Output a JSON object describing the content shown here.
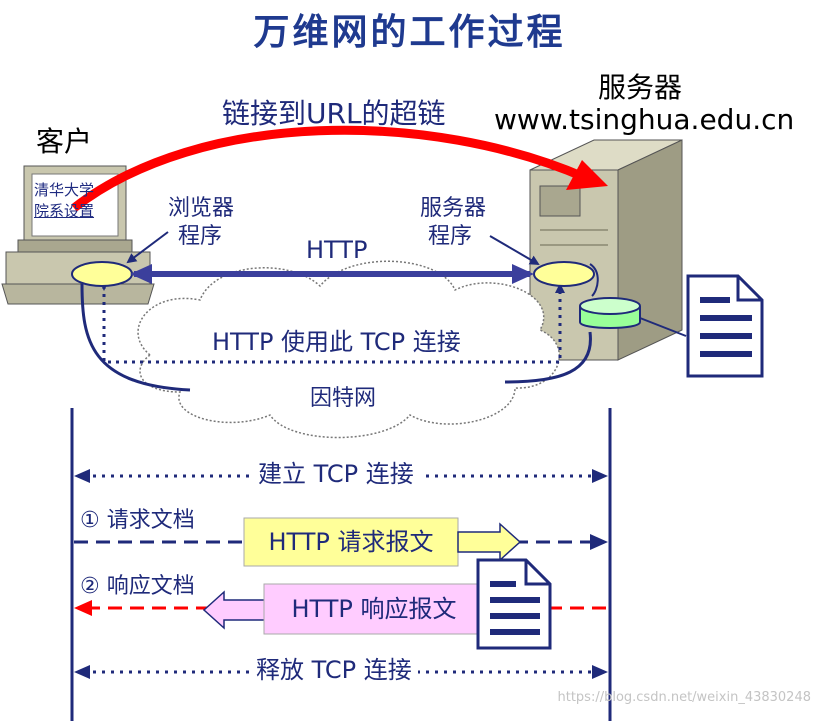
{
  "title": "万维网的工作过程",
  "labels": {
    "client": "客户",
    "server": "服务器",
    "server_host": "www.tsinghua.edu.cn",
    "hyperlink": "链接到URL的超链",
    "screen_line1": "清华大学",
    "screen_line2": "院系设置",
    "browser_line1": "浏览器",
    "browser_line2": "程序",
    "server_prog_line1": "服务器",
    "server_prog_line2": "程序",
    "http": "HTTP",
    "tcp_use": "HTTP 使用此 TCP 连接",
    "internet": "因特网"
  },
  "sequence": {
    "establish": "建立 TCP 连接",
    "step1": "① 请求文档",
    "request_msg": "HTTP 请求报文",
    "step2": "② 响应文档",
    "response_msg": "HTTP 响应报文",
    "release": "释放 TCP 连接"
  },
  "watermark": "https://blog.csdn.net/weixin_43830248",
  "colors": {
    "title": "#1f3a8f",
    "navy": "#1f2a7a",
    "red_arrow": "#ff0000",
    "request_box": "#ffff99",
    "response_box": "#ffccff",
    "oval": "#ffff99",
    "db": "#99ff99",
    "server_body": "#c9c7ae",
    "computer_body": "#c9c7ae"
  }
}
